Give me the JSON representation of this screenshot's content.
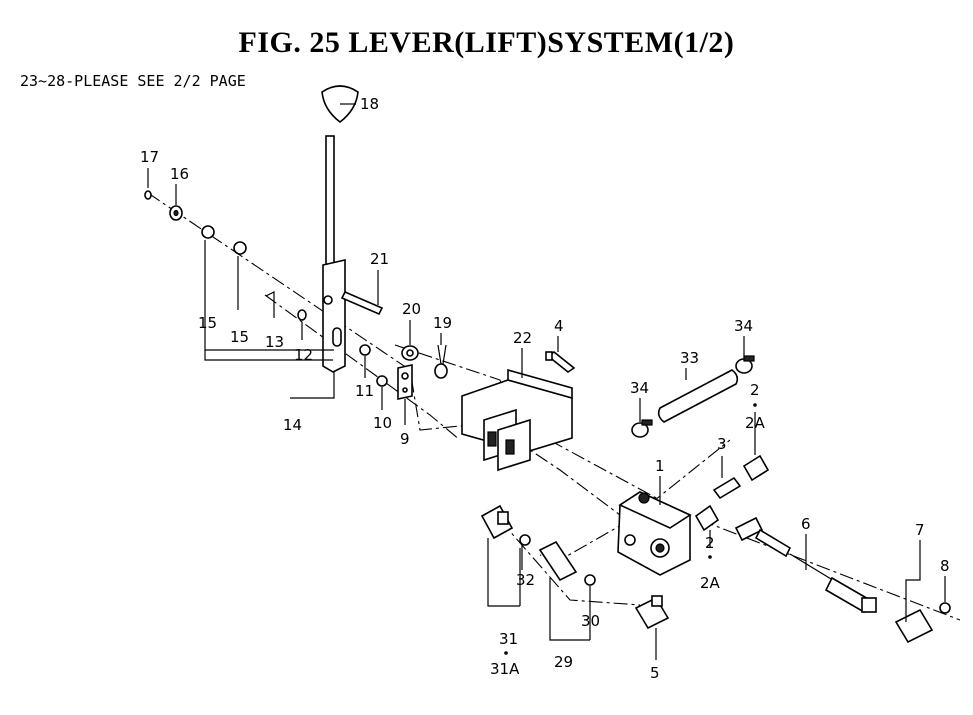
{
  "title": "FIG. 25  LEVER(LIFT)SYSTEM(1/2)",
  "note": "23~28-PLEASE SEE 2/2 PAGE",
  "callouts": {
    "c1": "1",
    "c2a": "2",
    "c2a_sub": "2A",
    "c2b": "2",
    "c2b_sub": "2A",
    "c3": "3",
    "c4": "4",
    "c5": "5",
    "c6": "6",
    "c7": "7",
    "c8": "8",
    "c9": "9",
    "c10": "10",
    "c11": "11",
    "c12": "12",
    "c13": "13",
    "c14": "14",
    "c15a": "15",
    "c15b": "15",
    "c16": "16",
    "c17": "17",
    "c18": "18",
    "c19": "19",
    "c20": "20",
    "c21": "21",
    "c22": "22",
    "c29": "29",
    "c30": "30",
    "c31": "31",
    "c31_sub": "31A",
    "c32": "32",
    "c33": "33",
    "c34a": "34",
    "c34b": "34"
  }
}
